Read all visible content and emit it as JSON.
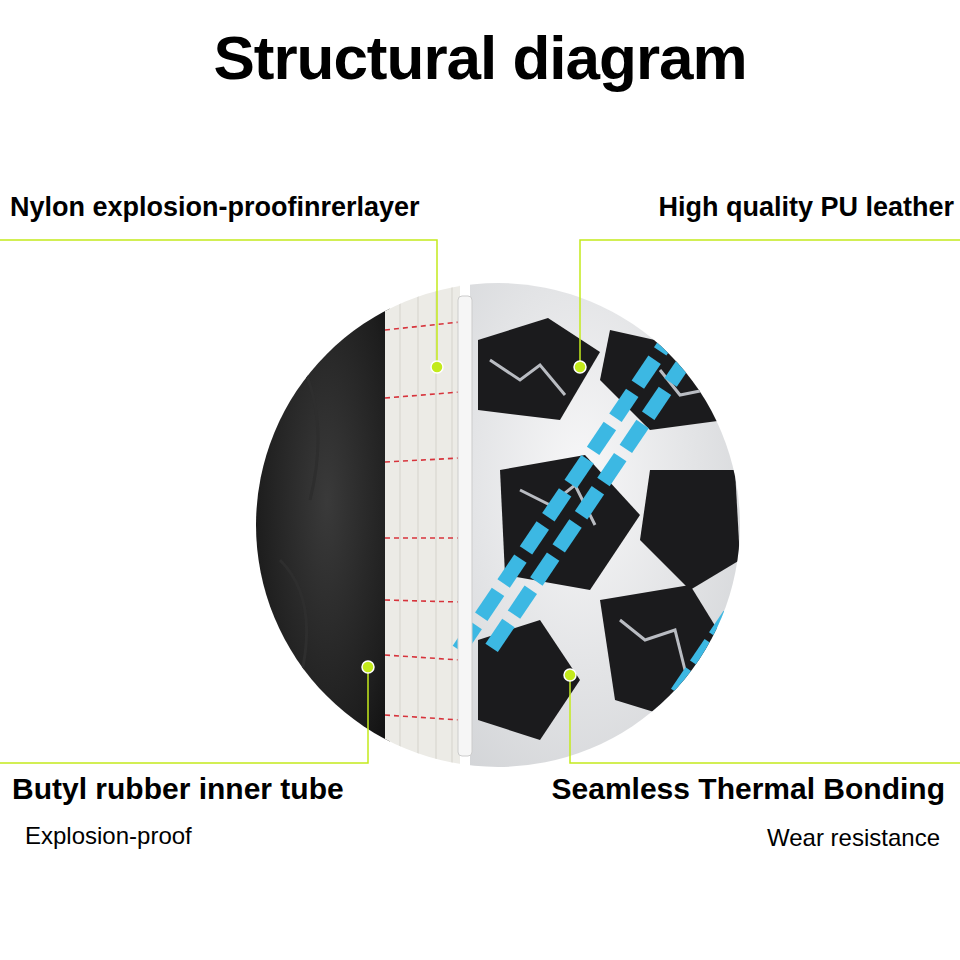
{
  "diagram": {
    "title": "Structural diagram",
    "labels": [
      "Nylon explosion-proofinrerlayer",
      "High quality PU leather",
      "Butyl rubber inner tube",
      "Explosion-proof",
      "Seamless Thermal Bonding",
      "Wear resistance"
    ]
  }
}
